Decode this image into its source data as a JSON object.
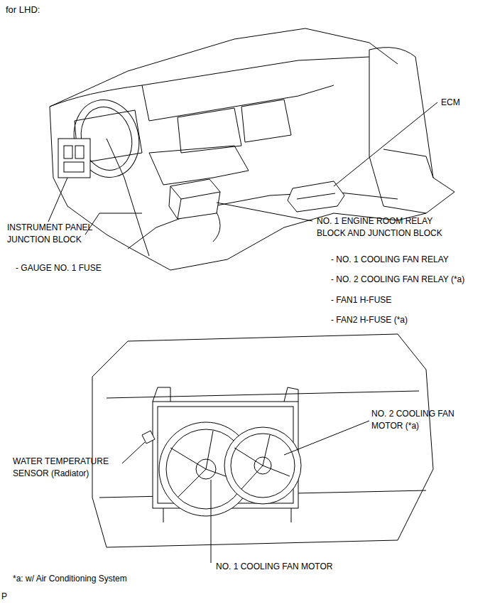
{
  "diagram": {
    "title": "for LHD:",
    "labels": [
      "ECM",
      "INSTRUMENT PANEL JUNCTION BLOCK",
      "- GAUGE NO. 1 FUSE",
      "NO. 1 ENGINE ROOM RELAY BLOCK AND JUNCTION BLOCK",
      "- NO. 1 COOLING FAN RELAY",
      "- NO. 2 COOLING FAN RELAY (*a)",
      "- FAN1 H-FUSE",
      "- FAN2 H-FUSE (*a)",
      "NO. 2 COOLING FAN MOTOR (*a)",
      "WATER TEMPERATURE SENSOR (Radiator)",
      "NO. 1 COOLING FAN MOTOR",
      "*a: w/ Air Conditioning System",
      "P"
    ]
  }
}
